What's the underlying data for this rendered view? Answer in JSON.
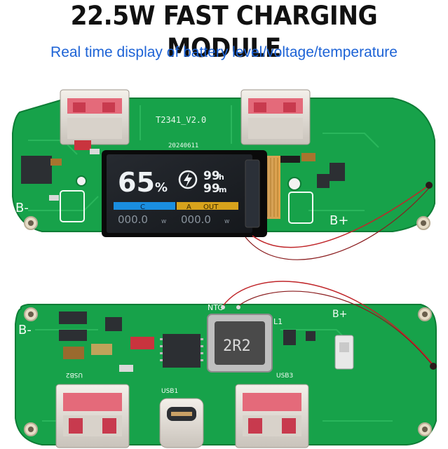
{
  "headline": "22.5W FAST CHARGING MODULE",
  "subline": "Real time display of battery level/voltage/temperature",
  "board_top": {
    "model": "T2341_V2.0",
    "date": "20240611",
    "label_b_minus": "B-",
    "label_b_plus": "B+",
    "lcd": {
      "percent": "65",
      "percent_unit": "%",
      "hours": "99",
      "hours_unit": "h",
      "minutes": "99",
      "minutes_unit": "m",
      "bar_left_label": "C",
      "bar_right_label_a": "A",
      "bar_right_label_b": "OUT",
      "reading_left": "000.0",
      "reading_right": "000.0",
      "reading_unit": "w"
    }
  },
  "board_bottom": {
    "label_b_minus": "B-",
    "label_b_plus": "B+",
    "inductor": "2R2",
    "usb_a1": "USB2",
    "usb_a2": "USB3",
    "usb_c": "USB1",
    "ntc": "NTC",
    "coil": "L1"
  },
  "colors": {
    "pcb_green": "#17a24a",
    "pcb_dark": "#0e7d36",
    "lcd_cyan": "#1a8ee0",
    "lcd_gold": "#d7a21c",
    "headline": "#111111",
    "subline": "#1d63d6"
  }
}
